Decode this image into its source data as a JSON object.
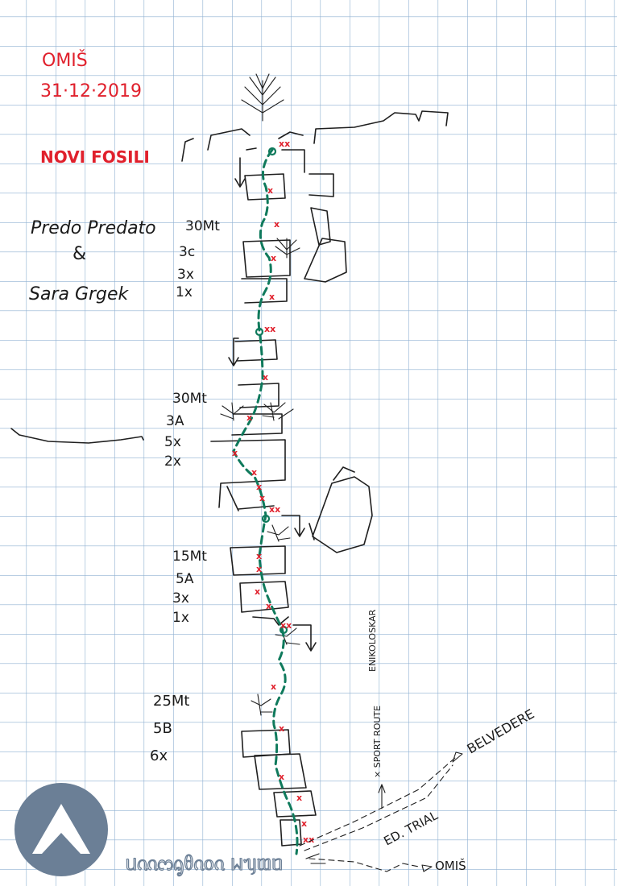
{
  "header": {
    "location": "OMIŠ",
    "date": "31·12·2019",
    "route_name": "NOVI FOSILI"
  },
  "authors": {
    "first": "Predo Predato",
    "amp": "&",
    "second": "Sara Grgek"
  },
  "pitches": [
    {
      "length": "30Mt",
      "grade": "3c",
      "bolts": "3x",
      "trad": "1x"
    },
    {
      "length": "30Mt",
      "grade": "3A",
      "bolts": "5x",
      "trad": "2x"
    },
    {
      "length": "15Mt",
      "grade": "5A",
      "bolts": "3x",
      "trad": "1x"
    },
    {
      "length": "25Mt",
      "grade": "5B",
      "bolts": "6x",
      "trad": ""
    }
  ],
  "approach": {
    "belvedere": "BELVEDERE",
    "trail": "ED. TRIAL",
    "omis": "OMIŠ",
    "sport_route": "× SPORT ROUTE",
    "enikoloskar": "ENIKOLOSKAR"
  },
  "logo": {
    "wordmark": "ᥙᦶᦂᧂᦲᦵᦞᦵ ᥕᥡᥗᥝ"
  },
  "colors": {
    "grid": "#8fb0d2",
    "route": "#0f7a5c",
    "bolts": "#e0202c",
    "title_red": "#e0202c",
    "logo": "#6b7f96"
  }
}
